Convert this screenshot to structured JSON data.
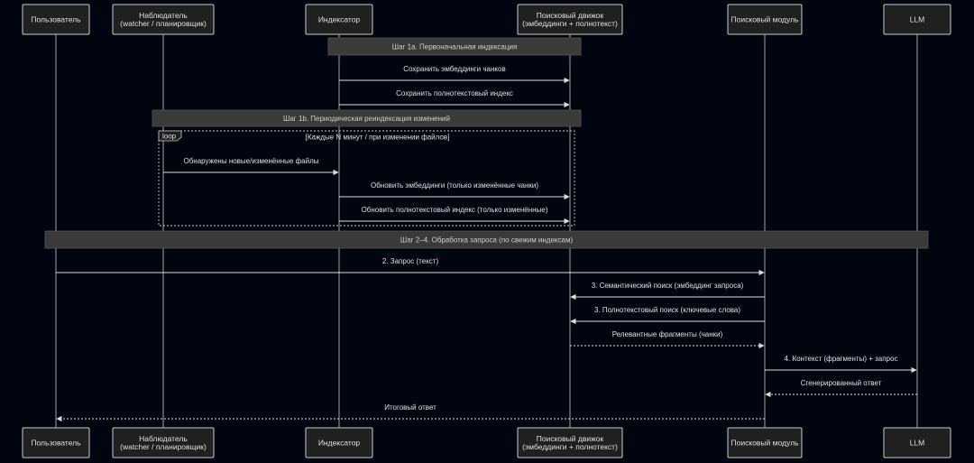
{
  "participants": [
    {
      "id": "user",
      "lines": [
        "Пользователь"
      ]
    },
    {
      "id": "watcher",
      "lines": [
        "Наблюдатель",
        "(watcher / планировщик)"
      ]
    },
    {
      "id": "indexer",
      "lines": [
        "Индексатор"
      ]
    },
    {
      "id": "engine",
      "lines": [
        "Поисковый движок",
        "(эмбеддинги + полнотекст)"
      ]
    },
    {
      "id": "search",
      "lines": [
        "Поисковый модуль"
      ]
    },
    {
      "id": "llm",
      "lines": [
        "LLM"
      ]
    }
  ],
  "notes": [
    {
      "text": "Шаг 1a. Первоначальная индексация"
    },
    {
      "text": "Шаг 1b. Периодическая реиндексация изменений"
    },
    {
      "text": "Шаг 2–4. Обработка запроса (по свежим индексам)"
    }
  ],
  "loop": {
    "label": "loop",
    "condition": "[Каждые N минут / при изменении файлов]"
  },
  "messages": [
    {
      "from": "indexer",
      "to": "engine",
      "text": "Сохранить эмбеддинги чанков",
      "dashed": false
    },
    {
      "from": "indexer",
      "to": "engine",
      "text": "Сохранить полнотекстовый индекс",
      "dashed": false
    },
    {
      "from": "watcher",
      "to": "indexer",
      "text": "Обнаружены новые/изменённые файлы",
      "dashed": false
    },
    {
      "from": "indexer",
      "to": "engine",
      "text": "Обновить эмбеддинги (только изменённые чанки)",
      "dashed": false
    },
    {
      "from": "indexer",
      "to": "engine",
      "text": "Обновить полнотекстовый индекс (только изменённые)",
      "dashed": false
    },
    {
      "from": "user",
      "to": "search",
      "text": "2. Запрос (текст)",
      "dashed": false
    },
    {
      "from": "search",
      "to": "engine",
      "text": "3. Семантический поиск (эмбеддинг запроса)",
      "dashed": false
    },
    {
      "from": "search",
      "to": "engine",
      "text": "3. Полнотекстовый поиск (ключевые слова)",
      "dashed": false
    },
    {
      "from": "engine",
      "to": "search",
      "text": "Релевантные фрагменты (чанки)",
      "dashed": true
    },
    {
      "from": "search",
      "to": "llm",
      "text": "4. Контекст (фрагменты) + запрос",
      "dashed": false
    },
    {
      "from": "llm",
      "to": "search",
      "text": "Сгенерированный ответ",
      "dashed": true
    },
    {
      "from": "search",
      "to": "user",
      "text": "Итоговый ответ",
      "dashed": true
    }
  ]
}
